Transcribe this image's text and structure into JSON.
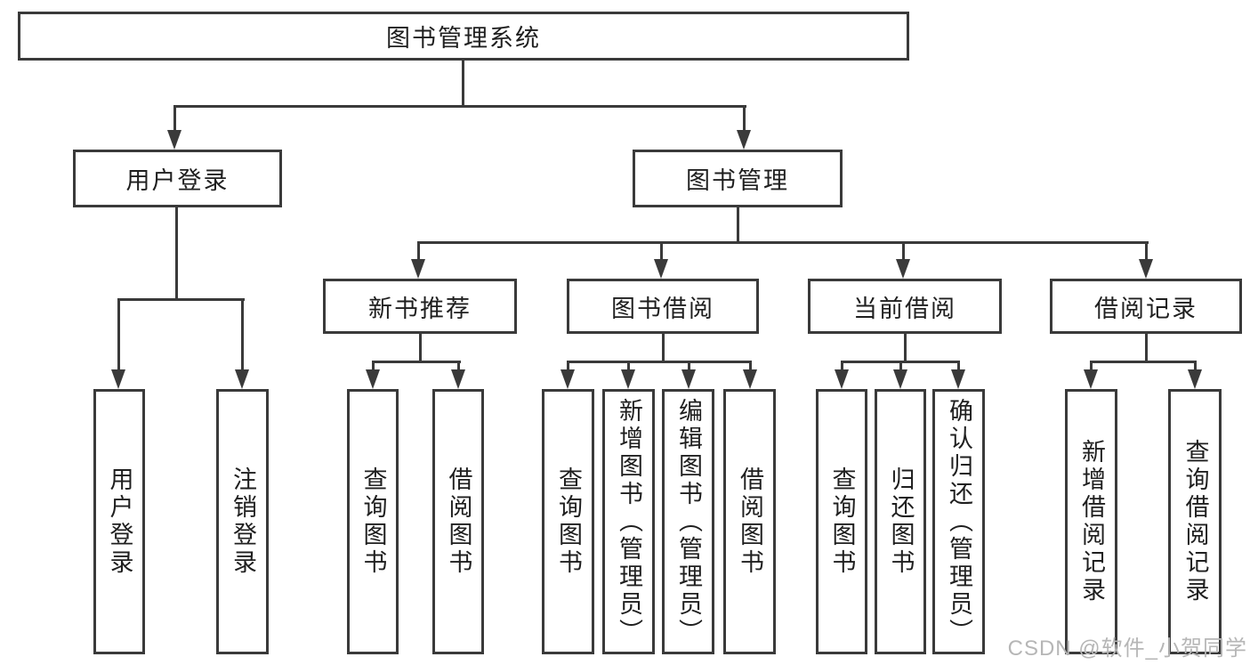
{
  "style": {
    "line_color": "#3a3a3a",
    "text_color": "#1f1f1f",
    "watermark_color": "#b6b6b6",
    "background_color": "#ffffff"
  },
  "watermark": "CSDN @软件_小贺同学",
  "tree": {
    "label": "图书管理系统",
    "children": [
      {
        "label": "用户登录",
        "children": [
          {
            "label": "用户登录"
          },
          {
            "label": "注销登录"
          }
        ]
      },
      {
        "label": "图书管理",
        "children": [
          {
            "label": "新书推荐",
            "children": [
              {
                "label": "查询图书"
              },
              {
                "label": "借阅图书"
              }
            ]
          },
          {
            "label": "图书借阅",
            "children": [
              {
                "label": "查询图书"
              },
              {
                "label": "新增图书（管理员）"
              },
              {
                "label": "编辑图书（管理员）"
              },
              {
                "label": "借阅图书"
              }
            ]
          },
          {
            "label": "当前借阅",
            "children": [
              {
                "label": "查询图书"
              },
              {
                "label": "归还图书"
              },
              {
                "label": "确认归还（管理员）"
              }
            ]
          },
          {
            "label": "借阅记录",
            "children": [
              {
                "label": "新增借阅记录"
              },
              {
                "label": "查询借阅记录"
              }
            ]
          }
        ]
      }
    ]
  }
}
